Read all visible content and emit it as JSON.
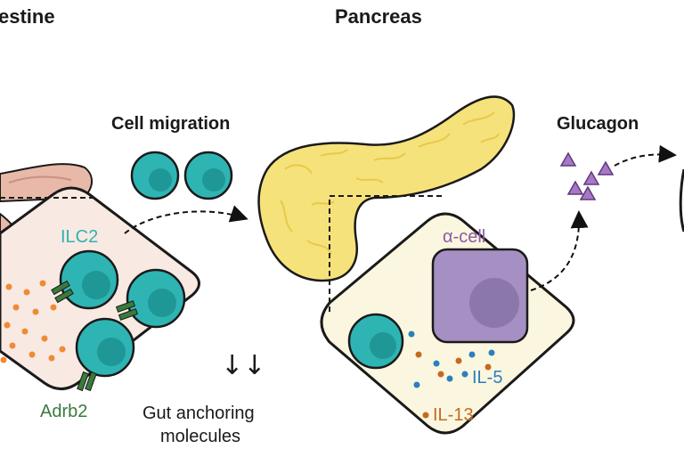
{
  "titles": {
    "left": "estine",
    "center": "Pancreas"
  },
  "labels": {
    "cell_migration": "Cell migration",
    "glucagon": "Glucagon",
    "ilc2": "ILC2",
    "adrb2": "Adrb2",
    "gut_anchoring_line1": "Gut anchoring",
    "gut_anchoring_line2": "molecules",
    "down_arrows": "↓↓",
    "alpha_cell": "α-cell",
    "il5": "IL-5",
    "il13": "IL-13"
  },
  "colors": {
    "cell_fill": "#2fb4b4",
    "cell_nucleus": "#1f9797",
    "pancreas_fill": "#f6e27a",
    "alpha_cell_fill": "#a68fc2",
    "alpha_nucleus": "#8c77ab",
    "intestine_box_fill": "#f8e9e2",
    "pancreas_box_fill": "#fbf6df",
    "orange_dot": "#f08a34",
    "blue_dot": "#2a7fc0",
    "receptor": "#3a7a3c",
    "alpha_text": "#8a5ca6",
    "il5_text": "#2a7fc0",
    "il13_text": "#c46a20",
    "glucagon_marker": "#a877c7"
  }
}
